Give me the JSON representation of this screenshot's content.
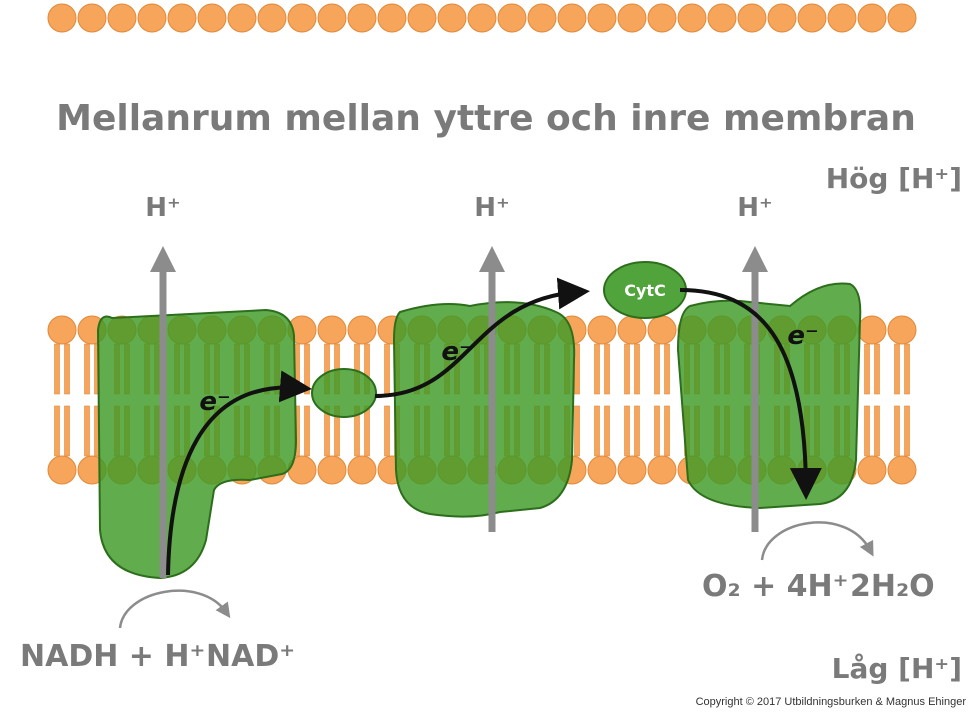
{
  "title": "Mellanrum mellan yttre och inre membran",
  "high_label": "Hög [H⁺]",
  "low_label": "Låg [H⁺]",
  "proton_label": "H⁺",
  "electron_label": "e⁻",
  "cytc_label": "CytC",
  "nadh_label": "NADH + H⁺",
  "nad_label": "NAD⁺",
  "o2_label": "O₂ + 4H⁺",
  "water_label": "2H₂O",
  "copyright": "Copyright © 2017 Utbildningsburken & Magnus Ehinger",
  "colors": {
    "lipid": "#f7a55a",
    "lipid_stroke": "#e0893a",
    "protein": "#3e9a26",
    "protein_stroke": "#2d6e1c",
    "arrow_gray": "#8c8c8c",
    "label_gray": "#7a7a7a"
  }
}
